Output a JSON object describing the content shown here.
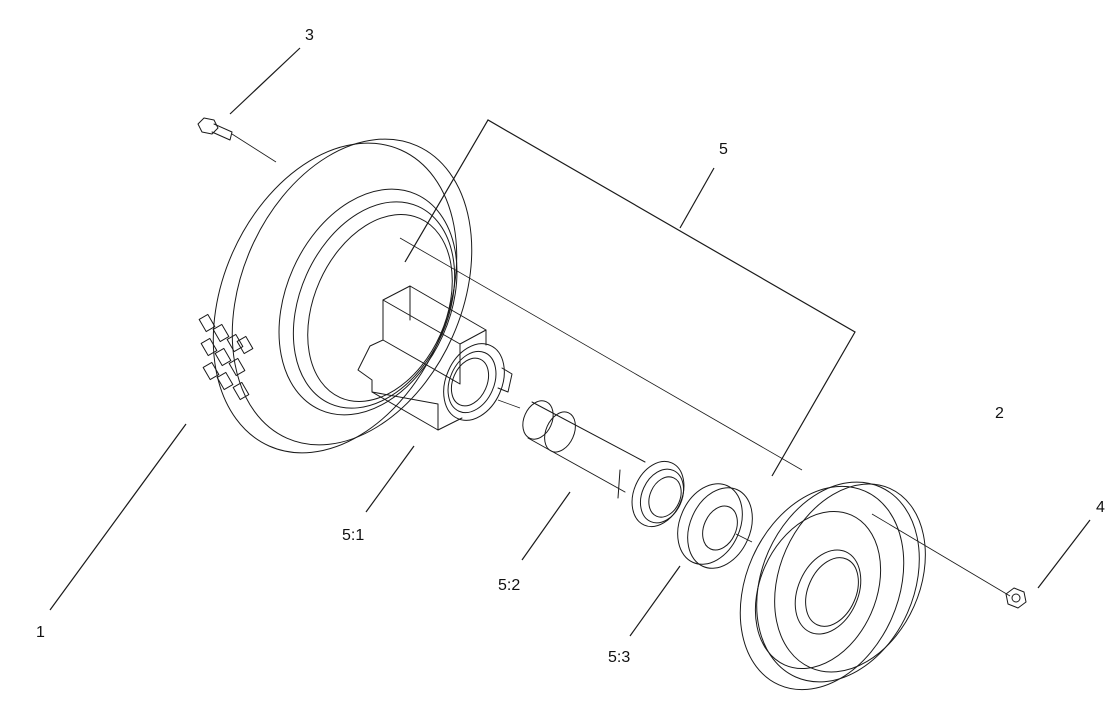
{
  "callouts": {
    "c1": "1",
    "c2": "2",
    "c3": "3",
    "c4": "4",
    "c5": "5",
    "c5_1": "5:1",
    "c5_2": "5:2",
    "c5_3": "5:3"
  }
}
